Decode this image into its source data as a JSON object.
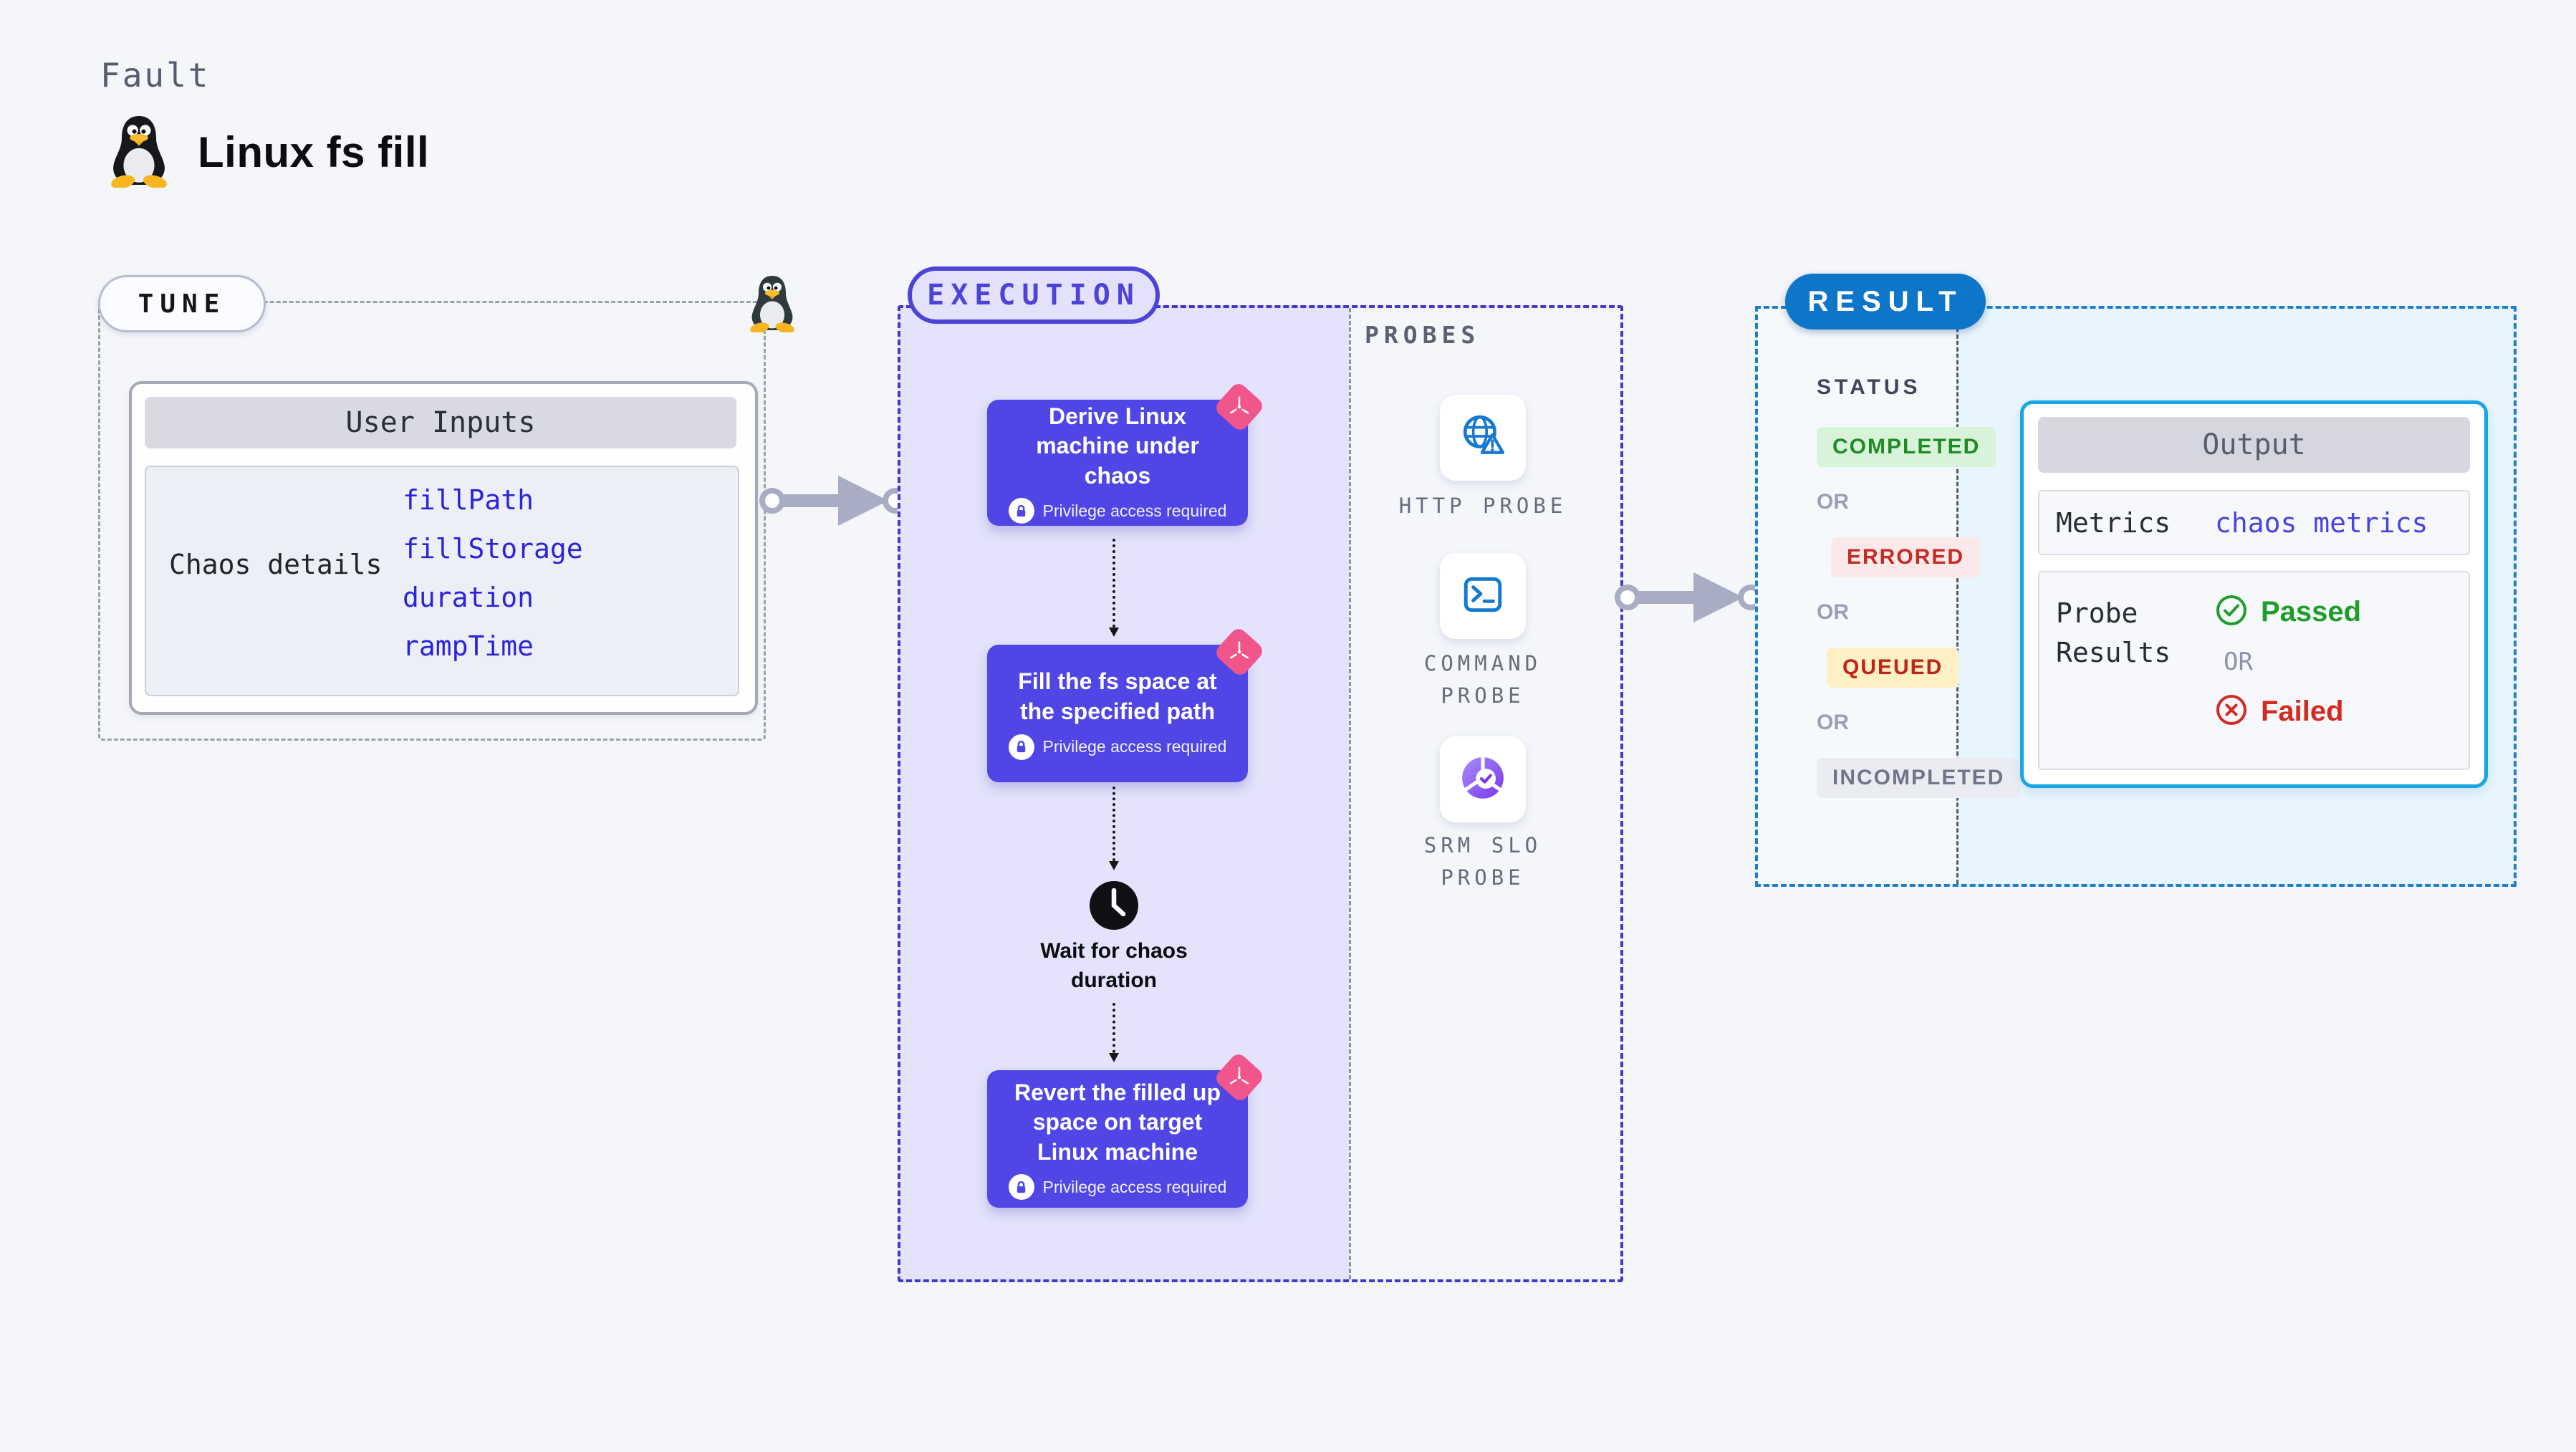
{
  "page": {
    "background": "#f4f6fa"
  },
  "header": {
    "eyebrow": "Fault",
    "title": "Linux fs fill",
    "icon": "tux-penguin-icon"
  },
  "tune": {
    "badge": "TUNE",
    "corner_icon": "tux-penguin-icon",
    "user_inputs": {
      "title": "User Inputs",
      "row_label": "Chaos details",
      "inputs": [
        "fillPath",
        "fillStorage",
        "duration",
        "rampTime"
      ]
    }
  },
  "execution": {
    "badge": "EXECUTION",
    "privilege_note": "Privilege access required",
    "privilege_icon": "lock-icon",
    "corner_icon": "chaos-spark-icon",
    "steps": [
      {
        "title": "Derive Linux machine under chaos"
      },
      {
        "title": "Fill the fs space at the specified path"
      },
      {
        "title": "Revert the filled up space on target Linux machine"
      }
    ],
    "wait_step": {
      "icon": "clock-icon",
      "label": "Wait for chaos duration"
    }
  },
  "probes": {
    "title": "PROBES",
    "items": [
      {
        "label": "HTTP PROBE",
        "icon": "globe-alert-icon"
      },
      {
        "label": "COMMAND\nPROBE",
        "icon": "terminal-icon"
      },
      {
        "label": "SRM SLO\nPROBE",
        "icon": "slo-donut-check-icon"
      }
    ]
  },
  "result": {
    "badge": "RESULT",
    "status": {
      "label": "STATUS",
      "or_label": "OR",
      "items": [
        {
          "label": "COMPLETED",
          "color": "#1d8c25",
          "background": "#d9f3da"
        },
        {
          "label": "ERRORED",
          "color": "#c32b24",
          "background": "#fbe9e9"
        },
        {
          "label": "QUEUED",
          "color": "#bf2418",
          "background": "#fcf0c4"
        },
        {
          "label": "INCOMPLETED",
          "color": "#70758a",
          "background": "#ebecf2"
        }
      ]
    },
    "output": {
      "title": "Output",
      "metrics_label": "Metrics",
      "metrics_value": "chaos metrics",
      "probe_results_label": "Probe Results",
      "passed_label": "Passed",
      "or_label": "OR",
      "failed_label": "Failed",
      "passed_icon": "check-circle-icon",
      "failed_icon": "x-circle-icon"
    }
  },
  "colors": {
    "accent_indigo": "#4f46e5",
    "execution_border": "#4338cb",
    "execution_fill": "#e4e3fb",
    "chaos_pink": "#f0558c",
    "arrow_gray": "#a9adc3",
    "tune_border": "#9aa0ac",
    "result_border": "#1b7dd4",
    "result_badge": "#0e76c9",
    "output_border": "#18a6e4",
    "result_fill_light_blue": "#e8f5fd",
    "passed_green": "#1f9d2a",
    "failed_red": "#d32b20",
    "probe_icon_blue": "#1479d2",
    "slo_purple": "#7c3aed"
  }
}
